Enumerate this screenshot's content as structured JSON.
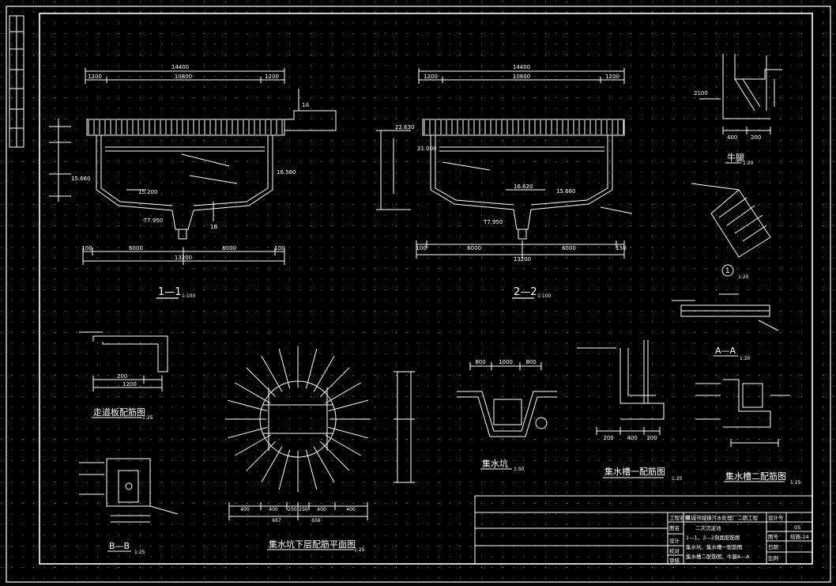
{
  "sheet": {
    "background": "#000000",
    "line_color": "#ffffff",
    "accent_color": "#e8e8e8"
  },
  "section_1_1": {
    "top_overall_dim": "14400",
    "top_dims": [
      "1200",
      "10800",
      "1200"
    ],
    "label_1a": "1A",
    "label_1b": "1B",
    "elev_bottom": "-T7.950",
    "level_a": "15.200",
    "level_b": "15.660",
    "level_c": "16.560",
    "bottom_dims": [
      "100",
      "6000",
      "6000",
      "100"
    ],
    "bottom_overall_dim": "13200",
    "title": "1—1",
    "scale": "1:100"
  },
  "section_2_2": {
    "top_overall_dim": "14400",
    "top_dims": [
      "1200",
      "10800",
      "1200"
    ],
    "elev_bottom": "T7.950",
    "level_a": "22.630",
    "level_b": "21.000",
    "level_c": "16.620",
    "level_d": "15.660",
    "bottom_dims": [
      "100",
      "6000",
      "6000",
      "150"
    ],
    "bottom_overall_dim": "13200",
    "title": "2—2",
    "scale": "1:100"
  },
  "niutui": {
    "title": "牛腿",
    "scale": "1:20",
    "dim_a": "2100",
    "dim_b": "400",
    "dim_c": "200"
  },
  "detail_1": {
    "label": "1",
    "scale": "1:20"
  },
  "section_a_a": {
    "title": "A—A",
    "scale": "1:20"
  },
  "walkway": {
    "title": "走道板配筋图",
    "scale": "1:25",
    "dim_a": "1200",
    "dim_b": "200"
  },
  "sump_lower_plan": {
    "title": "集水坑下层配筋平面图",
    "scale": "1:25",
    "dims_top": [
      "400",
      "400",
      "250",
      "250",
      "400",
      "400"
    ],
    "dims_bottom": [
      "667",
      "656"
    ]
  },
  "sump": {
    "title": "集水坑",
    "scale": "1:50",
    "dims": [
      "800",
      "1000",
      "800"
    ]
  },
  "trough_1": {
    "title": "集水槽一配筋图",
    "scale": "1:25",
    "dims": [
      "200",
      "400",
      "200"
    ]
  },
  "trough_2": {
    "title": "集水槽二配筋图",
    "scale": "1:25"
  },
  "section_b_b": {
    "title": "B—B",
    "scale": "1:25"
  },
  "title_block": {
    "project": "某城市城镇污水处理厂二期工程",
    "drawing_name": "二次沉淀池",
    "drawing_desc_lines": [
      "1—1、2—2剖面配筋图",
      "集水坑、集水槽一配筋图",
      "集水槽二配筋图、牛腿A—A"
    ],
    "row_labels": [
      "工程名称",
      "图名",
      "设计",
      "校对",
      "审核"
    ],
    "right_labels": [
      "设计号",
      "图号",
      "日期",
      "比例"
    ],
    "drawing_no": "结施-24",
    "date": "05"
  }
}
